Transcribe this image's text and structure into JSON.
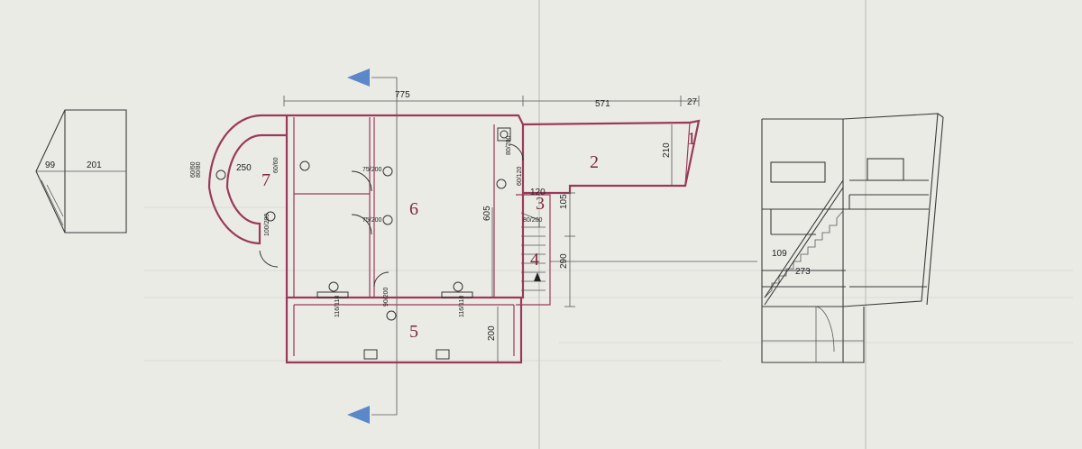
{
  "colors": {
    "walls": "#9a3a5a",
    "room_numbers": "#7a2a3a",
    "arrows": "#5a88c8",
    "paper": "#ebebe6"
  },
  "rooms": [
    "1",
    "2",
    "3",
    "4",
    "5",
    "6",
    "7"
  ],
  "dimensions": {
    "top_left": "775",
    "top_middle": "571",
    "top_right": "27",
    "wing_height": "210",
    "left_depth": "605",
    "corridor_w": "120",
    "corridor_h": "105",
    "stairs_h": "290",
    "porch_h": "200",
    "semicircle": "250",
    "side_a": "99",
    "side_b": "201",
    "sec_a": "109",
    "sec_b": "273"
  },
  "small_labels": {
    "door1": "75/200",
    "door2": "75/200",
    "door3": "90/200",
    "door4": "80/200",
    "win1": "60/60",
    "win2": "80/80",
    "win3": "60/120",
    "win4": "116/118",
    "win5": "116/118",
    "win6": "100/200",
    "win7": "80/200",
    "win8": "60/60"
  },
  "icons": [
    "section-arrow-icon",
    "section-arrow-icon"
  ]
}
